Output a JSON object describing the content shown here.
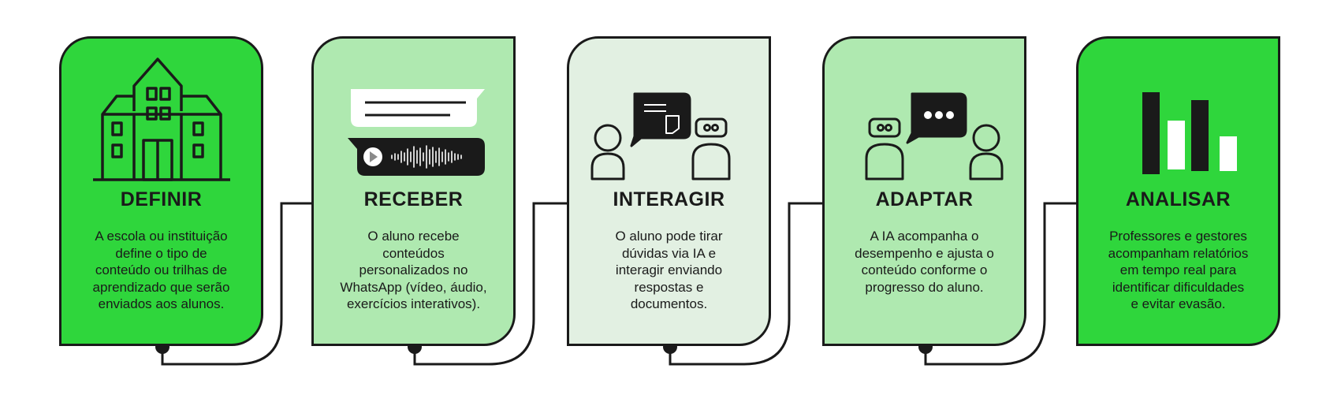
{
  "colors": {
    "bright_green": "#2fd63c",
    "mid_green": "#afe9b0",
    "pale_green": "#e2f0e2",
    "ink": "#1a1a1a"
  },
  "steps": [
    {
      "title": "DEFINIR",
      "description": "A escola ou instituição\ndefine o tipo de\nconteúdo ou trilhas de\naprendizado que serão\nenviados aos alunos.",
      "icon": "school-building-icon"
    },
    {
      "title": "RECEBER",
      "description": "O aluno recebe\nconteúdos\npersonalizados no\nWhatsApp (vídeo, áudio,\nexercícios interativos).",
      "icon": "message-and-audio-icon"
    },
    {
      "title": "INTERAGIR",
      "description": "O aluno pode tirar\ndúvidas via IA e\ninteragir enviando\nrespostas e\ndocumentos.",
      "icon": "student-ai-chat-icon"
    },
    {
      "title": "ADAPTAR",
      "description": "A IA acompanha o\ndesempenho e ajusta o\nconteúdo conforme o\nprogresso do aluno.",
      "icon": "ai-student-chat-icon"
    },
    {
      "title": "ANALISAR",
      "description": "Professores e gestores\nacompanham relatórios\nem tempo real para\nidentificar dificuldades\ne evitar evasão.",
      "icon": "bar-chart-icon"
    }
  ]
}
